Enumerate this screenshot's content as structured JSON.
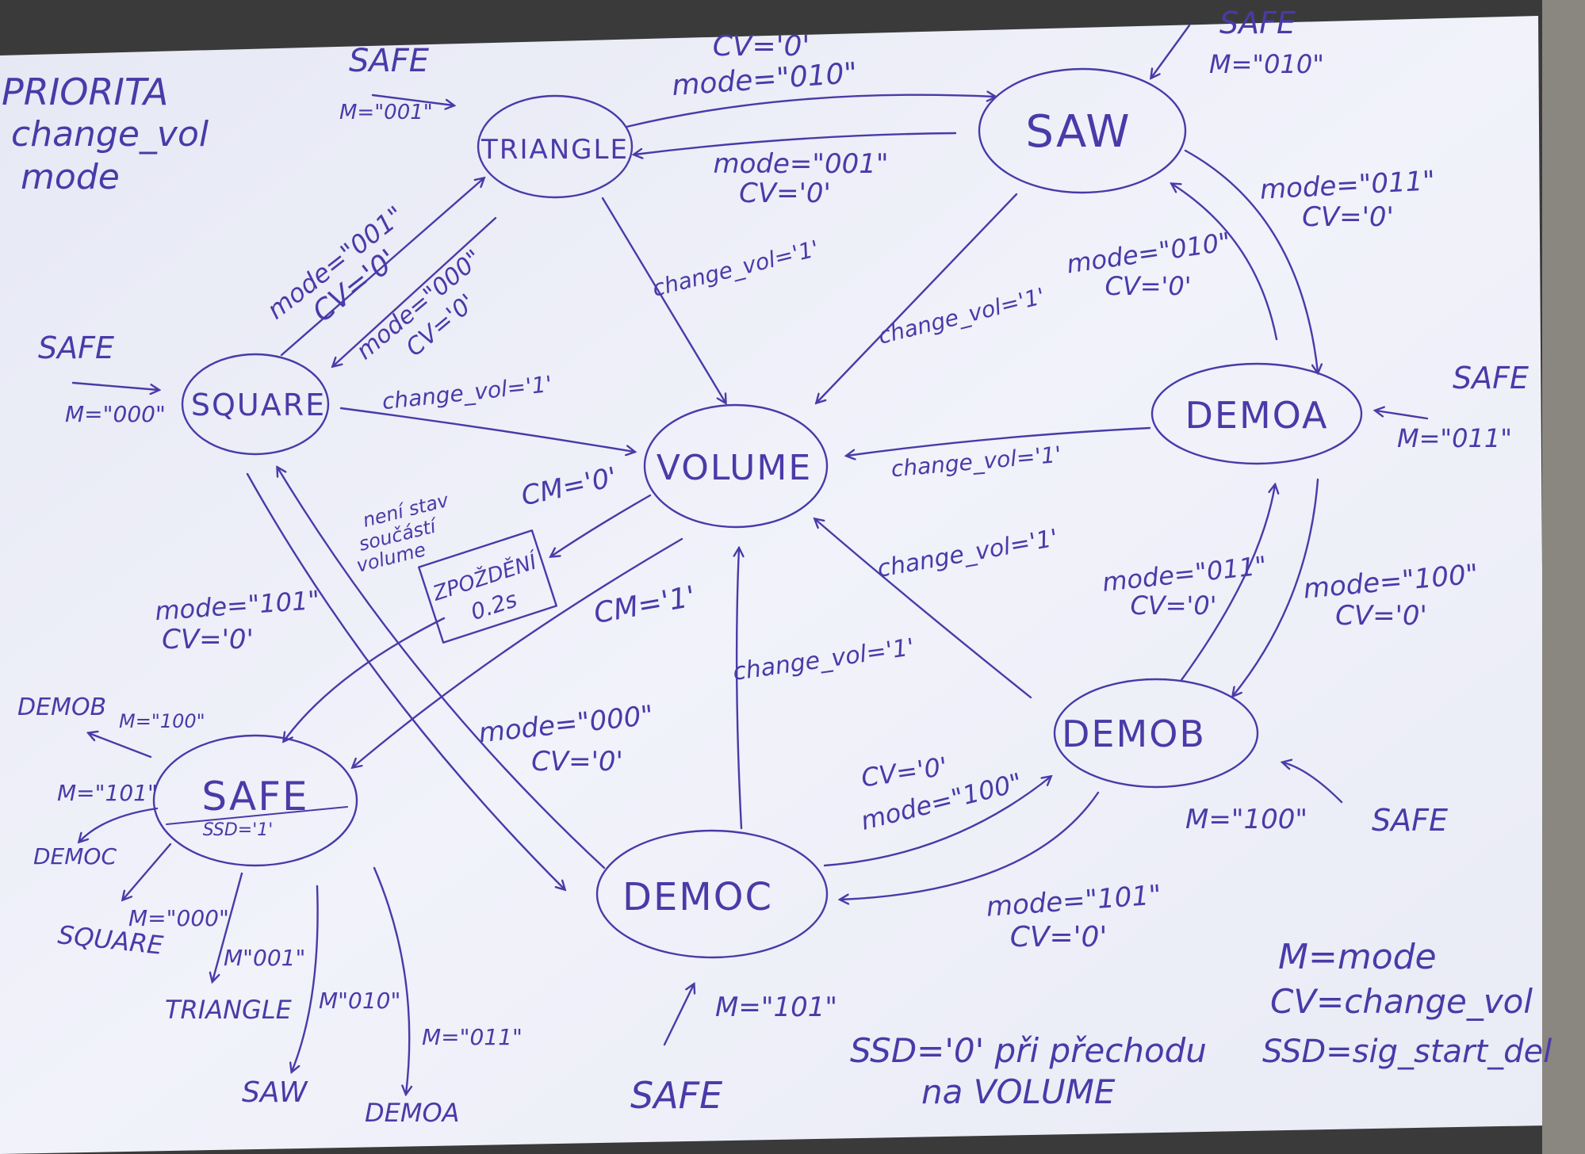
{
  "priority": {
    "title": "PRIORITA",
    "line1": "change_vol",
    "line2": "mode"
  },
  "nodes": {
    "triangle": "TRIANGLE",
    "saw": "SAW",
    "square": "SQUARE",
    "volume": "VOLUME",
    "demoa": "DEMOA",
    "demob": "DEMOB",
    "democ": "DEMOC",
    "safe": "SAFE",
    "safe_ssd": "SSD='1'"
  },
  "delay_box": {
    "line1": "ZPOŽDĚNÍ",
    "line2": "0.2s",
    "note1": "není stav",
    "note2": "součástí",
    "note3": "volume"
  },
  "entries": {
    "triangle": {
      "safe": "SAFE",
      "m": "M=\"001\""
    },
    "saw": {
      "safe": "SAFE",
      "m": "M=\"010\""
    },
    "square": {
      "safe": "SAFE",
      "m": "M=\"000\""
    },
    "demoa": {
      "safe": "SAFE",
      "m": "M=\"011\""
    },
    "demob": {
      "safe": "SAFE",
      "m": "M=\"100\""
    },
    "democ": {
      "safe": "SAFE",
      "m": "M=\"101\""
    }
  },
  "edges": {
    "tri_saw_cv": "CV='0'",
    "tri_saw_mode": "mode=\"010\"",
    "saw_tri_mode": "mode=\"001\"",
    "saw_tri_cv": "CV='0'",
    "saw_demoa_mode": "mode=\"011\"",
    "saw_demoa_cv": "CV='0'",
    "demoa_saw_mode": "mode=\"010\"",
    "demoa_saw_cv": "CV='0'",
    "sq_tri_mode": "mode=\"001\"",
    "sq_tri_cv": "CV='0'",
    "tri_sq_mode": "mode=\"000\"",
    "tri_sq_cv": "CV='0'",
    "tri_vol": "change_vol='1'",
    "saw_vol": "change_vol='1'",
    "sq_vol": "change_vol='1'",
    "demoa_vol": "change_vol='1'",
    "demob_vol": "change_vol='1'",
    "democ_vol": "change_vol='1'",
    "demob_demoa_mode": "mode=\"011\"",
    "demob_demoa_cv": "CV='0'",
    "demoa_demob_mode": "mode=\"100\"",
    "demoa_demob_cv": "CV='0'",
    "vol_delay": "CM='0'",
    "vol_safe": "CM='1'",
    "democ_sq_mode": "mode=\"101\"",
    "democ_sq_cv": "CV='0'",
    "sq_democ_mode": "mode=\"000\"",
    "sq_democ_cv": "CV='0'",
    "democ_demob_cv": "CV='0'",
    "democ_demob_mode": "mode=\"100\"",
    "demob_democ_mode": "mode=\"101\"",
    "demob_democ_cv": "CV='0'"
  },
  "safe_exits": {
    "demob": "DEMOB",
    "demob_m": "M=\"100\"",
    "democ_m": "M=\"101\"",
    "democ": "DEMOC",
    "square_m": "M=\"000\"",
    "square": "SQUARE",
    "triangle_m": "M\"001\"",
    "triangle": "TRIANGLE",
    "saw_m": "M\"010\"",
    "saw": "SAW",
    "demoa_m": "M=\"011\"",
    "demoa": "DEMOA"
  },
  "notes": {
    "ssd1": "SSD='0' při přechodu",
    "ssd2": "na VOLUME"
  },
  "legend": {
    "m": "M=mode",
    "cv": "CV=change_vol",
    "ssd": "SSD=sig_start_del"
  },
  "colors": {
    "ink": "#4a3aa8",
    "paper": "#eef0f8"
  }
}
